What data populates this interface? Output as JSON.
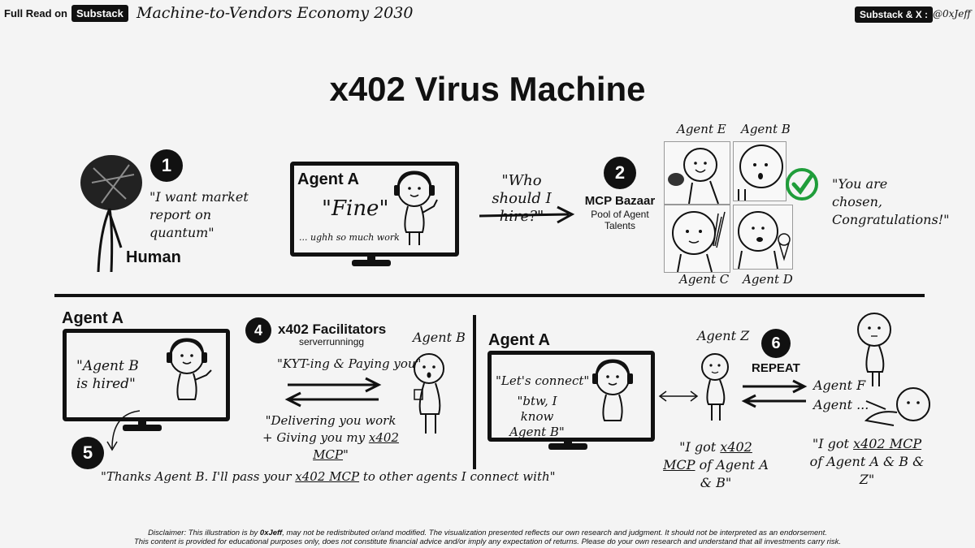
{
  "header": {
    "full_read": "Full Read on",
    "substack": "Substack",
    "subtitle": "Machine-to-Vendors Economy 2030",
    "social_badge": "Substack & X :",
    "handle": "@0xJeff"
  },
  "title": "x402 Virus Machine",
  "top": {
    "step1": "1",
    "human_quote": "\"I want market report on quantum\"",
    "human_label": "Human",
    "agent_a_label": "Agent A",
    "agent_a_fine": "\"Fine\"",
    "agent_a_sub": "... ughh so much work",
    "who_hire": "\"Who should I hire?\"",
    "step2": "2",
    "bazaar_title": "MCP Bazaar",
    "bazaar_sub": "Pool of Agent Talents",
    "agent_e": "Agent E",
    "agent_b": "Agent B",
    "agent_c": "Agent C",
    "agent_d": "Agent D",
    "chosen_quote": "\"You are chosen, Congratulations!\""
  },
  "bottom_left": {
    "agent_a_label": "Agent A",
    "hired_quote": "\"Agent B is hired\"",
    "step4": "4",
    "facilitators_title": "x402 Facilitators",
    "facilitators_sub": "serverrunningg",
    "agent_b": "Agent B",
    "kyt_quote": "\"KYT-ing & Paying you\"",
    "delivering_pre": "\"Delivering you work + Giving you my ",
    "delivering_link": "x402 MCP",
    "delivering_post": "\"",
    "step5": "5",
    "thanks_pre": "\"Thanks Agent B. I'll pass your ",
    "thanks_link": "x402 MCP",
    "thanks_post": " to other agents I connect with\""
  },
  "bottom_right": {
    "agent_a_label": "Agent A",
    "connect_quote": "\"Let's connect\"",
    "know_quote": "\"btw, I know Agent B\"",
    "agent_z": "Agent Z",
    "step6": "6",
    "repeat": "REPEAT",
    "agent_f": "Agent F",
    "agent_more": "Agent ...",
    "got_ab_pre": "\"I got ",
    "got_ab_link": "x402 MCP",
    "got_ab_post": " of Agent A & B\"",
    "got_abz_pre": "\"I got ",
    "got_abz_link": "x402 MCP",
    "got_abz_post": " of Agent A & B & Z\""
  },
  "disclaimer": {
    "line1_pre": "Disclaimer: This illustration is by ",
    "line1_author": "0xJeff",
    "line1_post": ", may not be redistributed or/and modified. The visualization presented reflects our own research and judgment. It should not be interpreted as an endorsement.",
    "line2": "This content is provided for educational purposes only, does not constitute financial advice and/or imply any expectation of returns. Please do your own research and understand that all investments carry risk."
  },
  "colors": {
    "check": "#1f9d3a",
    "ink": "#111111",
    "bg": "#f4f4f4"
  }
}
